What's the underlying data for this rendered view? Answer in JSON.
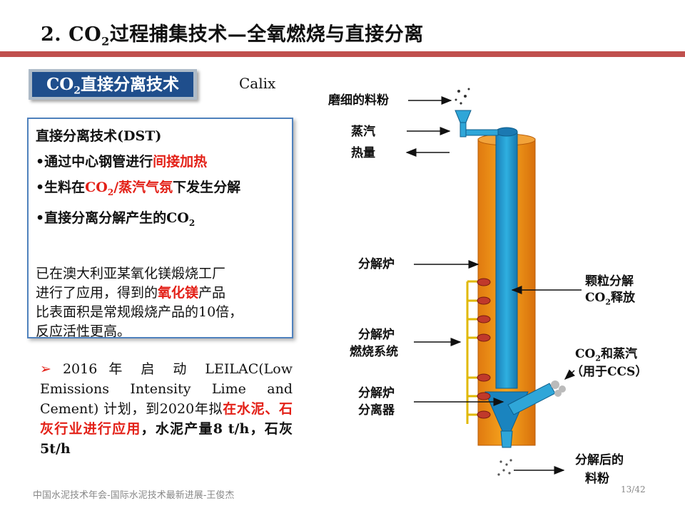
{
  "title": {
    "prefix": "2. CO",
    "sub": "2",
    "rest": "过程捕集技术—全氧燃烧与直接分离"
  },
  "tag": {
    "prefix": "CO",
    "sub": "2",
    "rest": "直接分离技术"
  },
  "company": "Calix",
  "infobox": {
    "heading": "直接分离技术(DST)",
    "bullet1_pre": "•通过中心钢管进行",
    "bullet1_red": "间接加热",
    "bullet2_pre": "•生料在",
    "bullet2_red_a": "CO",
    "bullet2_red_sub": "2",
    "bullet2_red_b": "/蒸汽气氛",
    "bullet2_post": "下发生分解",
    "bullet3_pre": "•直接分离分解产生的CO",
    "bullet3_sub": "2",
    "para_l1": "已在澳大利亚某氧化镁煅烧工厂",
    "para_l2_pre": "进行了应用，得到的",
    "para_l2_red": "氧化镁",
    "para_l2_post": "产品",
    "para_l3": "比表面积是常规煅烧产品的10倍，",
    "para_l4": "反应活性更高。"
  },
  "bullet": {
    "arrow": "➢",
    "text1": " 2016 年 启 动 LEILAC(Low Emissions Intensity Lime and Cement) 计划，到2020年拟",
    "red": "在水泥、石灰行业进行应用",
    "text2": "，",
    "bold": "水泥产量8 t/h，石灰5t/h"
  },
  "diagram": {
    "feed_label": "磨细的料粉",
    "steam_label": "蒸汽",
    "heat_label": "热量",
    "calciner_label": "分解炉",
    "particle_l1": "颗粒分解",
    "particle_l2_pre": "CO",
    "particle_l2_sub": "2",
    "particle_l2_post": "释放",
    "combustion_l1": "分解炉",
    "combustion_l2": "燃烧系统",
    "co2steam_pre": "CO",
    "co2steam_sub": "2",
    "co2steam_post": "和蒸汽",
    "ccs": "（用于CCS）",
    "separator_l1": "分解炉",
    "separator_l2": "分离器",
    "product_l1": "分解后的",
    "product_l2": "料粉"
  },
  "footer": "中国水泥技术年会-国际水泥技术最新进展-王俊杰",
  "page": "13/42"
}
